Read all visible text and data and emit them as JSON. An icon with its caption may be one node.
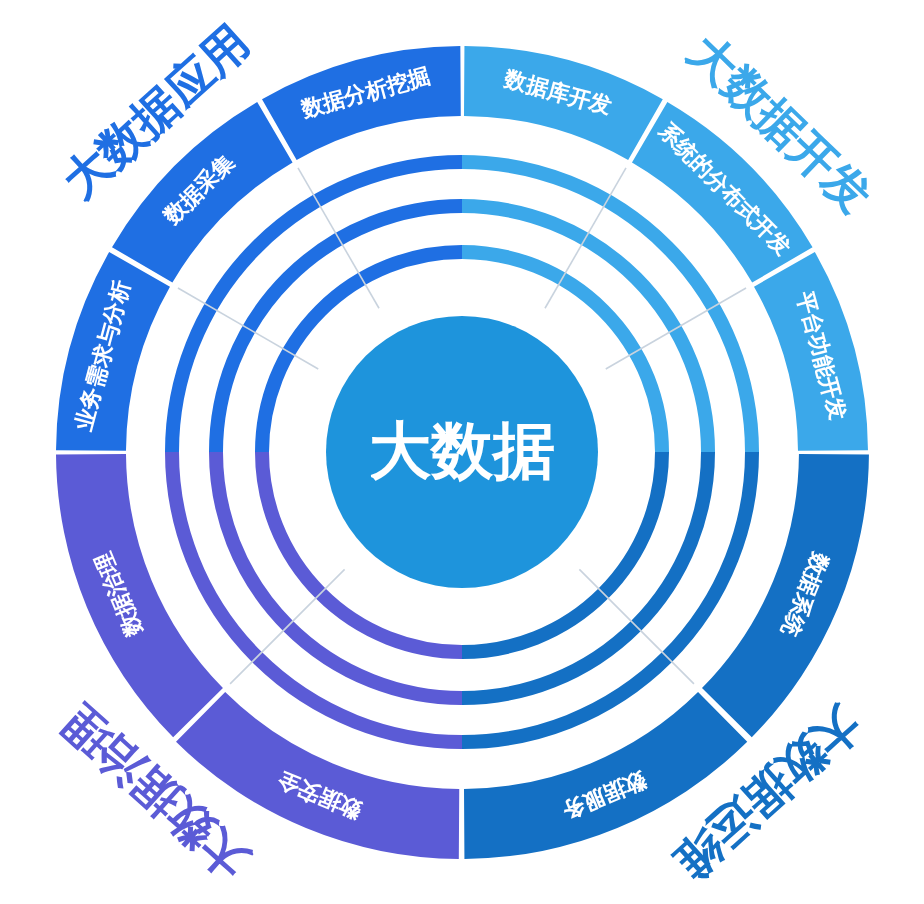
{
  "diagram": {
    "nodes": [
      {
        "text": [
          "大数据应用"
        ]
      },
      {
        "text": [
          "业务需求与分析"
        ],
        "in": 0
      },
      {
        "text": [
          "数据采集"
        ],
        "in": 0
      },
      {
        "text": [
          "数据分析挖掘"
        ],
        "in": 0
      },
      {
        "text": [
          "大数据开发"
        ]
      },
      {
        "text": [
          "数据库开发"
        ],
        "in": 4
      },
      {
        "text": [
          "系统的分布式开发"
        ],
        "in": 4
      },
      {
        "text": [
          "平台功能开发"
        ],
        "in": 4
      },
      {
        "text": [
          "大数据"
        ]
      },
      {
        "text": [
          "大数据治理"
        ]
      },
      {
        "text": [
          "数据治理"
        ],
        "in": 9
      },
      {
        "text": [
          "数据安全"
        ],
        "in": 9
      },
      {
        "text": [
          "大数据运维"
        ]
      },
      {
        "text": [
          "数据系统"
        ],
        "in": 12
      },
      {
        "text": [
          "数据服务"
        ],
        "in": 12
      }
    ]
  }
}
